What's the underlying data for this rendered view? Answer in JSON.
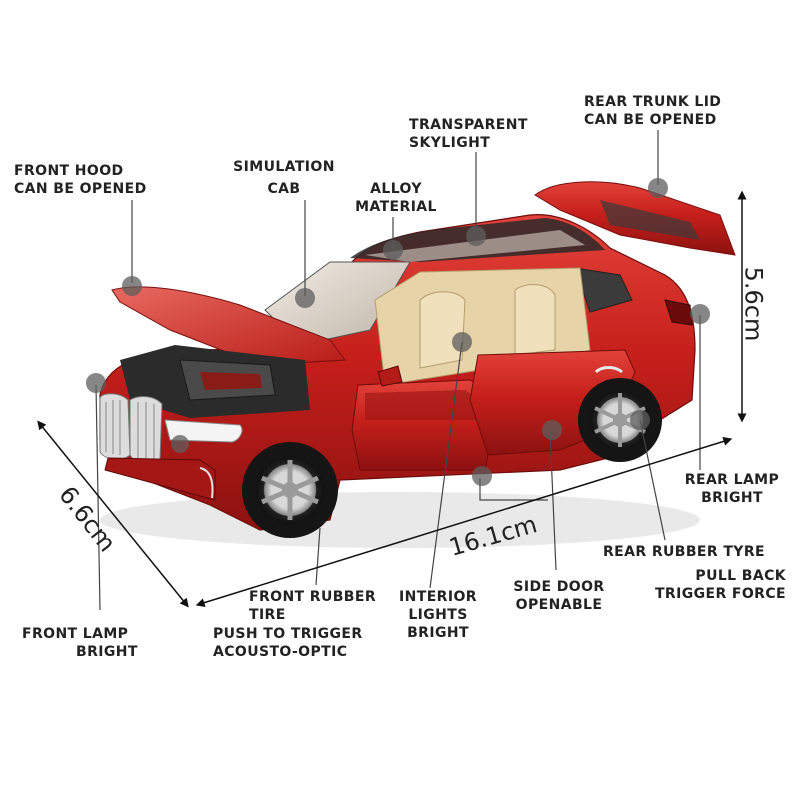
{
  "callouts": {
    "rear_trunk_line1": "REAR TRUNK LID",
    "rear_trunk_line2": "CAN BE OPENED",
    "skylight_line1": "TRANSPARENT",
    "skylight_line2": "SKYLIGHT",
    "front_hood_line1": "FRONT HOOD",
    "front_hood_line2": "CAN BE OPENED",
    "cab_line1": "SIMULATION",
    "cab_line2": "CAB",
    "alloy_line1": "ALLOY",
    "alloy_line2": "MATERIAL",
    "rear_lamp_line1": "REAR LAMP",
    "rear_lamp_line2": "BRIGHT",
    "rear_tyre": "REAR RUBBER TYRE",
    "pull_back_line1": "PULL BACK",
    "pull_back_line2": "TRIGGER FORCE",
    "side_door_line1": "SIDE DOOR",
    "side_door_line2": "OPENABLE",
    "interior_line1": "INTERIOR",
    "interior_line2": "LIGHTS",
    "interior_line3": "BRIGHT",
    "front_tire_line1": "FRONT RUBBER",
    "front_tire_line2": "TIRE",
    "push_line1": "PUSH TO TRIGGER",
    "push_line2": "ACOUSTO-OPTIC",
    "front_lamp_line1": "FRONT LAMP",
    "front_lamp_line2": "BRIGHT"
  },
  "dimensions": {
    "height": "5.6cm",
    "width": "6.6cm",
    "length": "16.1cm"
  },
  "colors": {
    "car_body": "#c8201c",
    "interior": "#e6d3a8",
    "text": "#222222",
    "callout_dot": "#6e6e6e"
  }
}
